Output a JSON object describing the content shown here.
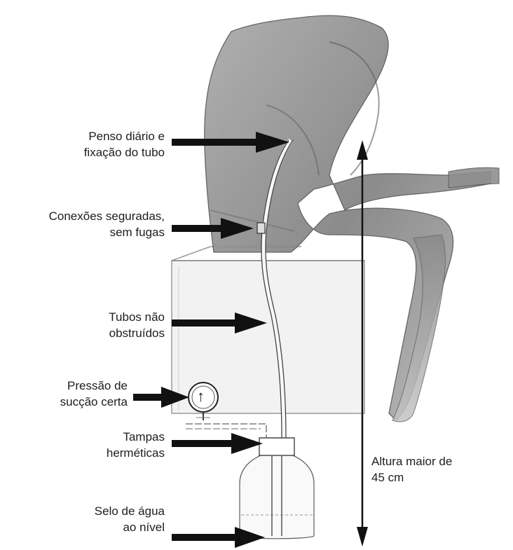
{
  "labels": {
    "dressing": "Penso diário e\nfixação do tubo",
    "connections": "Conexões seguradas,\nsem fugas",
    "tubes": "Tubos não\nobstruídos",
    "suction": "Pressão de\nsucção certa",
    "caps": "Tampas\nherméticas",
    "water_seal": "Selo de água\nao nível",
    "height": "Altura maior de\n45 cm"
  },
  "gauge_symbol": "↑",
  "colors": {
    "ink": "#1d1d1d",
    "sketch": "#6b6b6b",
    "skin_shade": "#8c8c8c"
  },
  "icons": {
    "pointer_arrow": "arrow-right-icon",
    "height_arrow": "double-arrow-vertical-icon",
    "gauge": "pressure-gauge-icon"
  }
}
